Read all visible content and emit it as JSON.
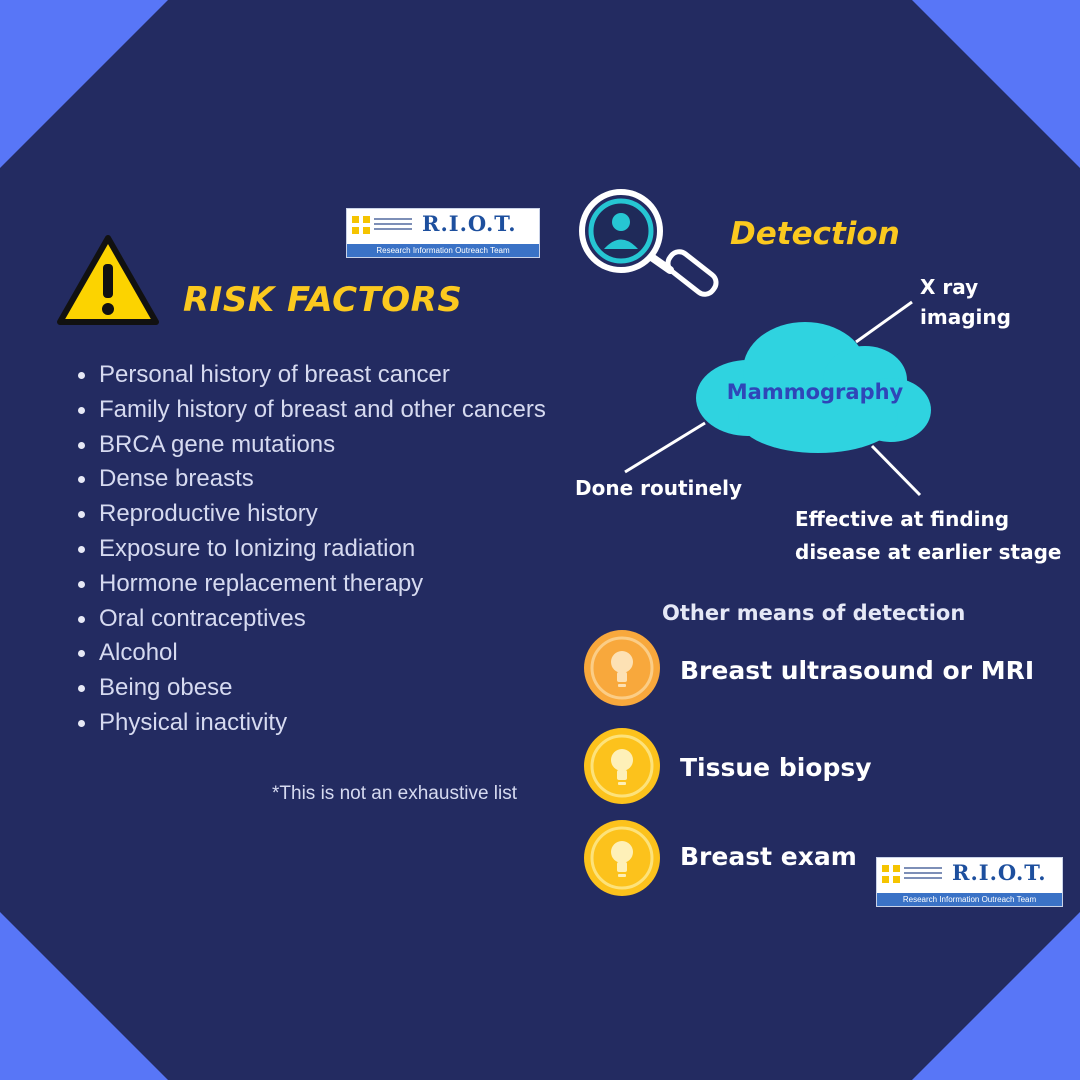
{
  "brand": {
    "logo_text": "R.I.O.T.",
    "logo_subtitle": "Research Information Outreach Team"
  },
  "risk_section": {
    "title": "RISK FACTORS",
    "items": [
      "Personal history of breast cancer",
      "Family history of breast and other cancers",
      "BRCA gene mutations",
      "Dense breasts",
      "Reproductive history",
      "Exposure to Ionizing radiation",
      "Hormone replacement therapy",
      "Oral contraceptives",
      "Alcohol",
      "Being obese",
      "Physical inactivity"
    ],
    "disclaimer": "*This is not an exhaustive list"
  },
  "detection_section": {
    "title": "Detection",
    "cloud_label": "Mammography",
    "branch_xray": "X ray imaging",
    "branch_routine": "Done routinely",
    "branch_effective_line1": "Effective at finding",
    "branch_effective_line2": "disease at earlier stage",
    "other_heading": "Other means of detection",
    "other_means": [
      "Breast ultrasound or MRI",
      "Tissue biopsy",
      "Breast exam"
    ]
  },
  "colors": {
    "background": "#232b61",
    "corner_accent": "#5876f7",
    "title_yellow": "#fbc91f",
    "cloud": "#2fd3e0",
    "cloud_text": "#2f46b8",
    "icon_orange": "#f8a83c",
    "icon_yellow": "#fcc21c",
    "warning_yellow": "#fcd300"
  },
  "icons": {
    "warning": "warning-triangle-icon",
    "magnifier": "magnifier-user-icon",
    "bulb": "lightbulb-icon"
  }
}
